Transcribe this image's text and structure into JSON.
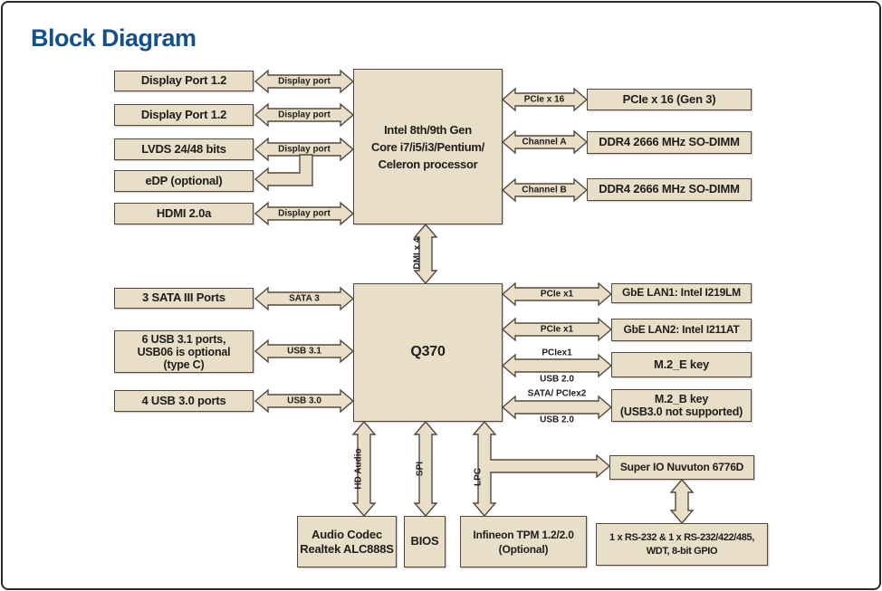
{
  "title": "Block Diagram",
  "colors": {
    "title_blue": "#14518a",
    "box_fill": "#e9dec7",
    "box_border": "#54483c",
    "text": "#1e1d1b",
    "page_border": "#2a2a2a"
  },
  "nodes": {
    "dp1": {
      "label": "Display Port 1.2"
    },
    "dp2": {
      "label": "Display Port 1.2"
    },
    "lvds": {
      "label": "LVDS 24/48 bits"
    },
    "edp": {
      "label": "eDP (optional)"
    },
    "hdmi": {
      "label": "HDMI 2.0a"
    },
    "cpu": {
      "line1": "Intel 8th/9th Gen",
      "line2": "Core i7/i5/i3/Pentium/",
      "line3": "Celeron processor"
    },
    "pcie16": {
      "label": "PCIe x 16 (Gen 3)"
    },
    "ddr_a": {
      "label": "DDR4 2666 MHz SO-DIMM"
    },
    "ddr_b": {
      "label": "DDR4 2666 MHz SO-DIMM"
    },
    "sata": {
      "label": "3 SATA III Ports"
    },
    "usb31": {
      "line1": "6 USB 3.1 ports,",
      "line2": "USB06 is optional",
      "line3": "(type C)"
    },
    "usb30": {
      "label": "4 USB 3.0 ports"
    },
    "q370": {
      "label": "Q370"
    },
    "lan1": {
      "label": "GbE LAN1: Intel I219LM"
    },
    "lan2": {
      "label": "GbE LAN2: Intel I211AT"
    },
    "m2e": {
      "label": "M.2_E key"
    },
    "m2b": {
      "line1": "M.2_B key",
      "line2": "(USB3.0 not supported)"
    },
    "audio": {
      "line1": "Audio Codec",
      "line2": "Realtek ALC888S"
    },
    "bios": {
      "label": "BIOS"
    },
    "tpm": {
      "line1": "Infineon TPM 1.2/2.0",
      "line2": "(Optional)"
    },
    "superio": {
      "label": "Super IO Nuvuton 6776D"
    },
    "serial": {
      "line1": "1 x RS-232 & 1 x RS-232/422/485,",
      "line2": "WDT, 8-bit GPIO"
    }
  },
  "buses": {
    "dp1": "Display port",
    "dp2": "Display port",
    "dp3": "Display port",
    "dp_hdmi": "Display port",
    "pcie16": "PCIe x 16",
    "channel_a": "Channel A",
    "channel_b": "Channel B",
    "dmi": "DMI x 4",
    "sata3": "SATA 3",
    "usb31": "USB 3.1",
    "usb30": "USB 3.0",
    "lan1": "PCIe x1",
    "lan2": "PCIe x1",
    "m2e_top": "PCIex1",
    "m2e_bottom": "USB 2.0",
    "m2b_top": "SATA/ PCIex2",
    "m2b_bottom": "USB 2.0",
    "hd_audio": "HD Audio",
    "spi": "SPI",
    "lpc": "LPC"
  }
}
